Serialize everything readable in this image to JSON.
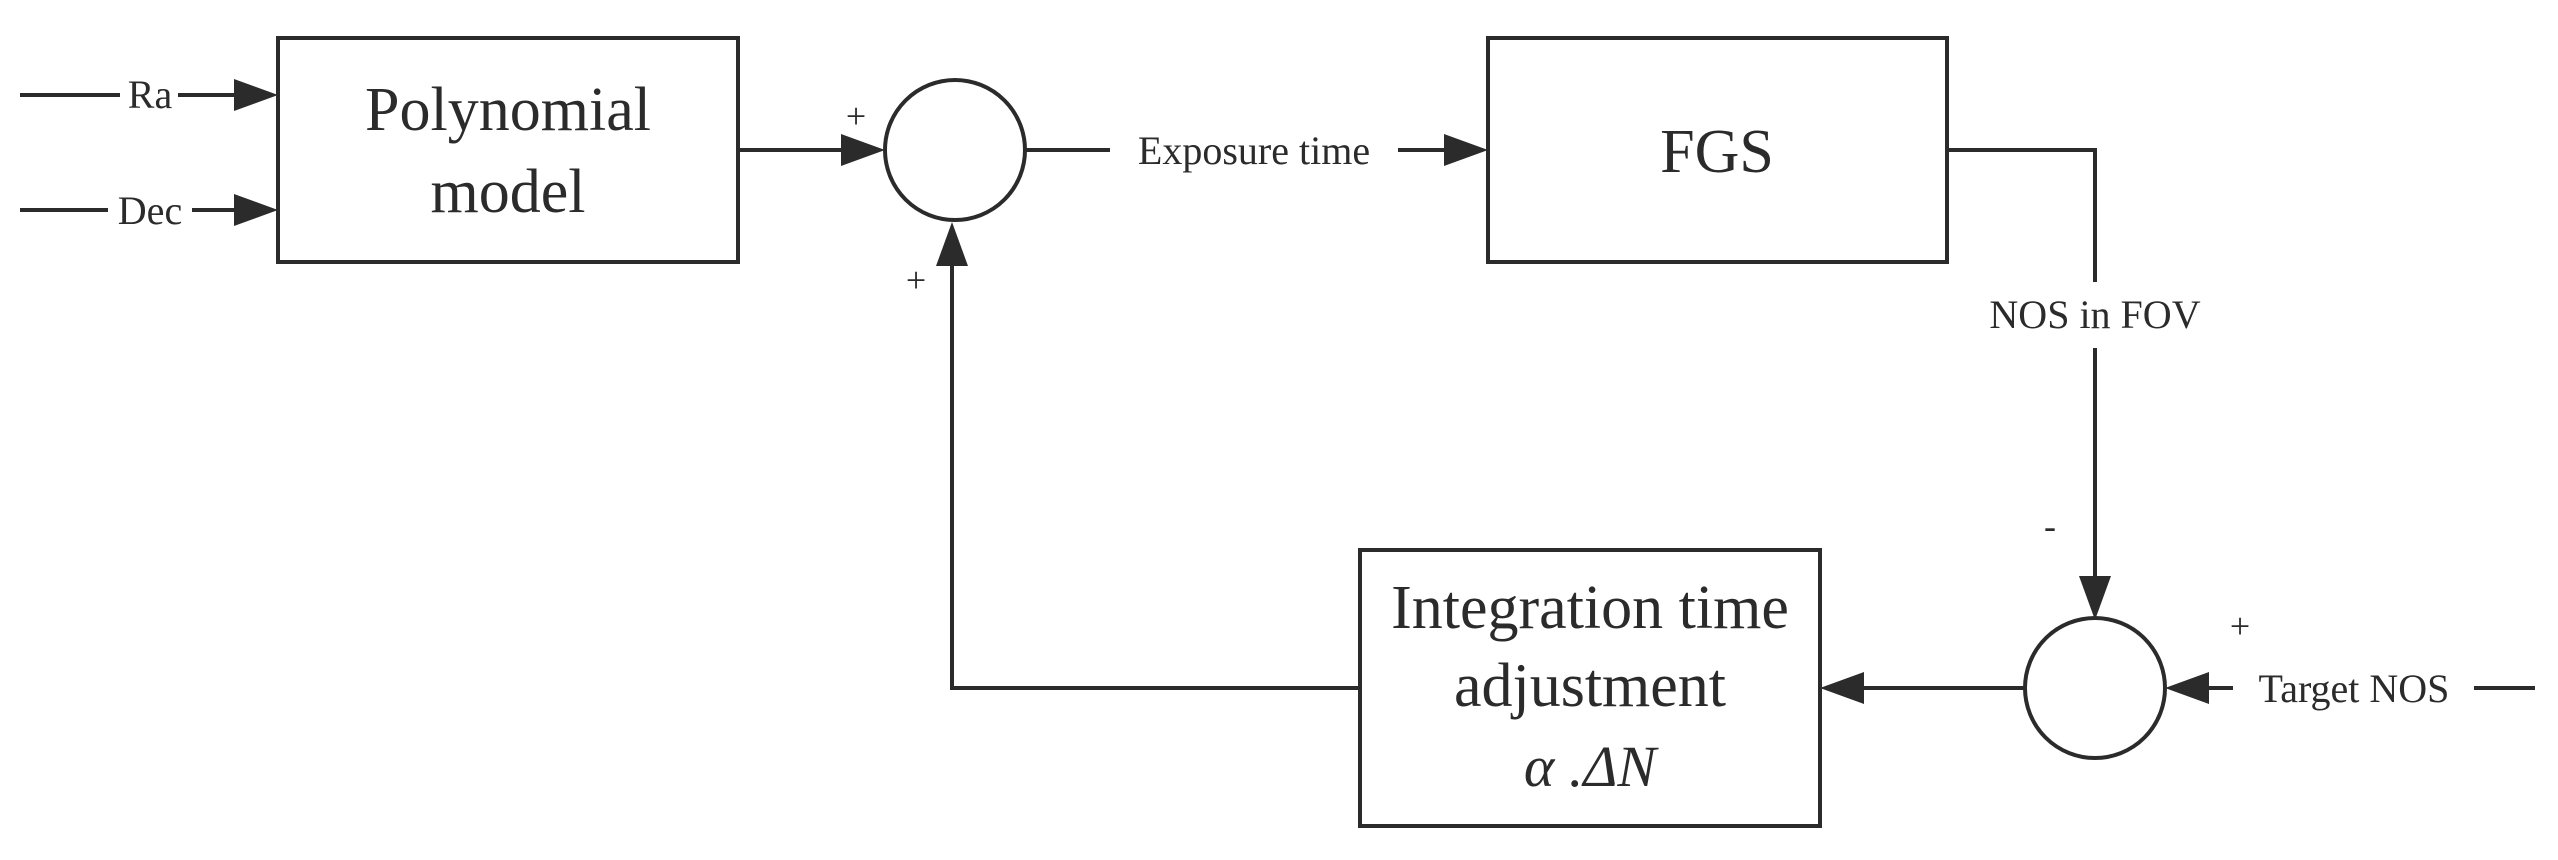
{
  "blocks": {
    "polynomial": {
      "line1": "Polynomial",
      "line2": "model"
    },
    "fgs": {
      "label": "FGS"
    },
    "integration": {
      "line1": "Integration time",
      "line2": "adjustment",
      "formula": "α .ΔN"
    }
  },
  "signals": {
    "ra": "Ra",
    "dec": "Dec",
    "exposure": "Exposure time",
    "nos_fov": "NOS in FOV",
    "target_nos": "Target NOS"
  },
  "signs": {
    "sum1_top": "+",
    "sum1_bottom": "+",
    "sum2_top": "-",
    "sum2_right": "+"
  }
}
